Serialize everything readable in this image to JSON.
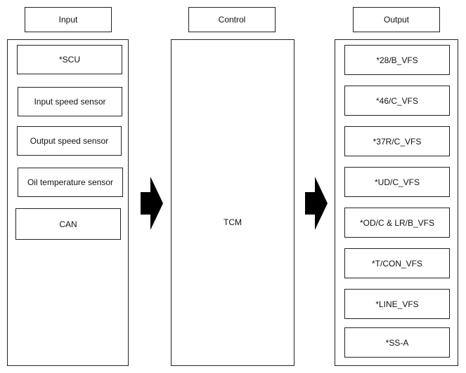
{
  "headers": {
    "input": "Input",
    "control": "Control",
    "output": "Output"
  },
  "inputs": [
    "*SCU",
    "Input speed sensor",
    "Output speed sensor",
    "Oil temperature sensor",
    "CAN"
  ],
  "control": {
    "label": "TCM"
  },
  "outputs": [
    "*28/B_VFS",
    "*46/C_VFS",
    "*37R/C_VFS",
    "*UD/C_VFS",
    "*OD/C & LR/B_VFS",
    "*T/CON_VFS",
    "*LINE_VFS",
    "*SS-A"
  ]
}
